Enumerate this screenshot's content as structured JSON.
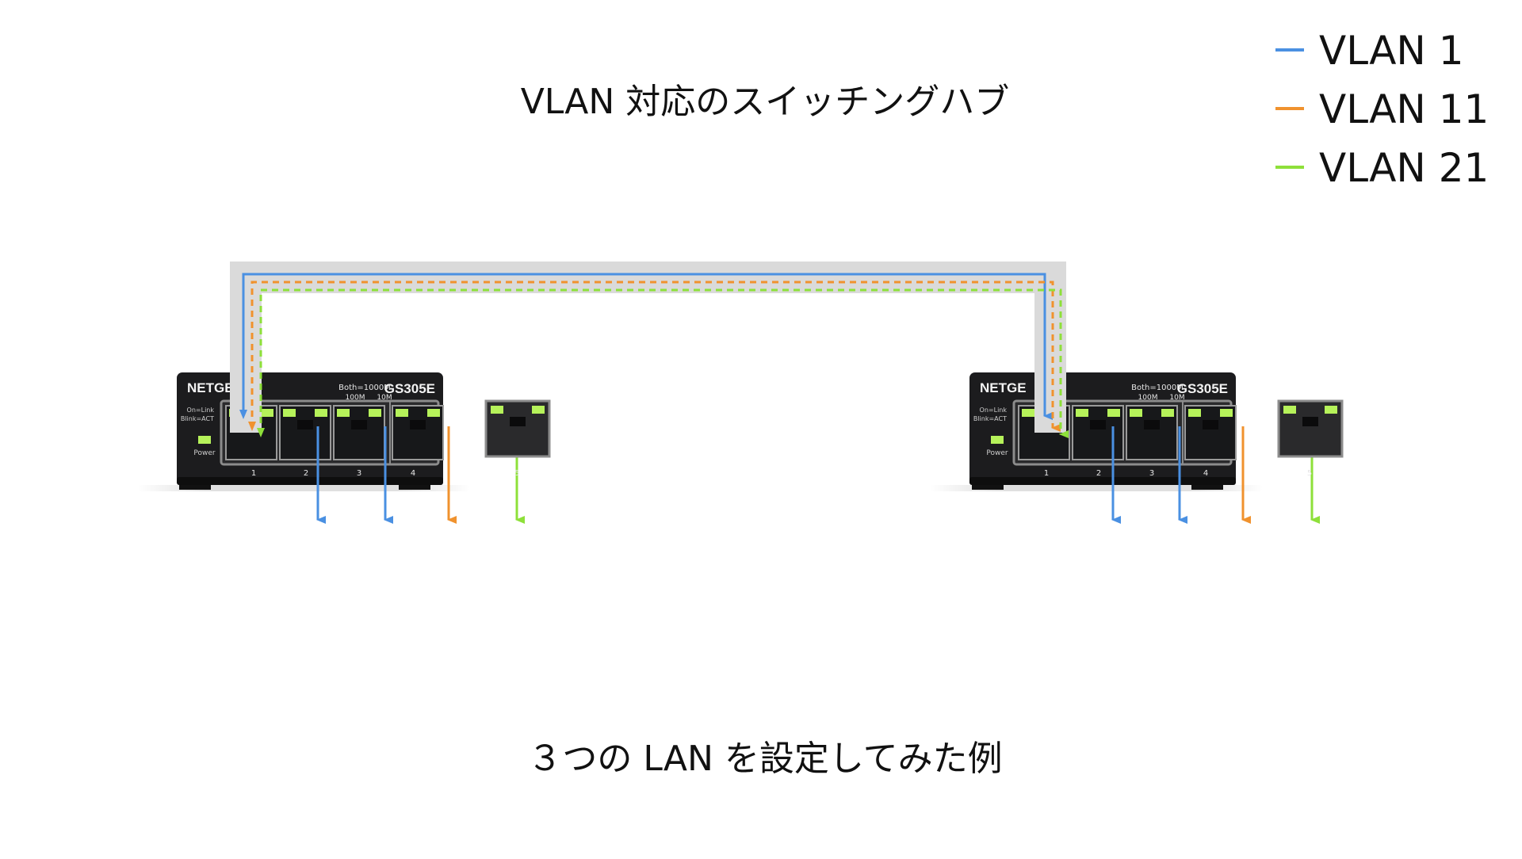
{
  "title": "VLAN 対応のスイッチングハブ",
  "caption": "３つの LAN を設定してみた例",
  "legend": [
    {
      "label": "VLAN 1",
      "color": "#4a90e2"
    },
    {
      "label": "VLAN 11",
      "color": "#f0922e"
    },
    {
      "label": "VLAN 21",
      "color": "#8ee03a"
    }
  ],
  "switches": [
    {
      "brand": "NETGE",
      "model": "GS305E",
      "speed_line1": "Both=1000M",
      "speed_line2_a": "100M",
      "speed_line2_b": "10M",
      "legend_line1": "On=Link",
      "legend_line2": "Blink=ACT",
      "power_label": "Power",
      "port_numbers": [
        "1",
        "2",
        "3",
        "4",
        "5"
      ]
    },
    {
      "brand": "NETGE",
      "model": "GS305E",
      "speed_line1": "Both=1000M",
      "speed_line2_a": "100M",
      "speed_line2_b": "10M",
      "legend_line1": "On=Link",
      "legend_line2": "Blink=ACT",
      "power_label": "Power",
      "port_numbers": [
        "1",
        "2",
        "3",
        "4",
        "5"
      ]
    }
  ],
  "colors": {
    "switch_body": "#1c1c1e",
    "port_frame": "#9a9a9a",
    "led": "#b6f25a",
    "trunk_cable": "#dadada"
  }
}
